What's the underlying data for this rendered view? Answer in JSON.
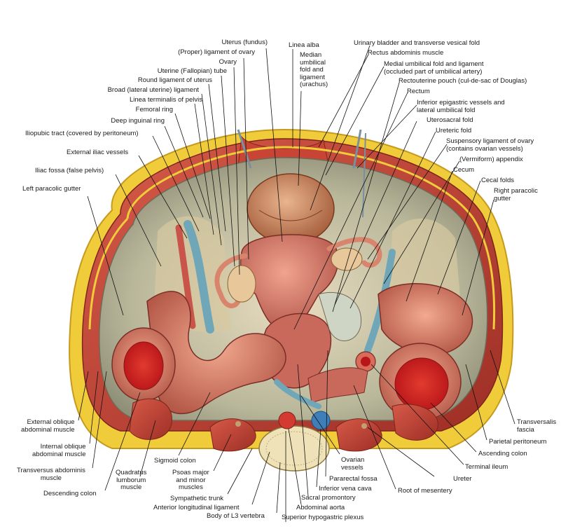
{
  "labels": {
    "uterus_fundus": "Uterus (fundus)",
    "proper_ligament_ovary": "(Proper) ligament of ovary",
    "ovary": "Ovary",
    "uterine_tube": "Uterine (Fallopian) tube",
    "round_ligament": "Round ligament of uterus",
    "broad_ligament": "Broad (lateral uterine) ligament",
    "linea_terminalis": "Linea terminalis of pelvis",
    "femoral_ring": "Femoral ring",
    "deep_inguinal_ring": "Deep inguinal ring",
    "iliopubic_tract": "Iliopubic tract (covered by peritoneum)",
    "external_iliac_vessels": "External iliac vessels",
    "iliac_fossa": "Iliac fossa (false pelvis)",
    "left_paracolic_gutter": "Left paracolic gutter",
    "linea_alba": "Linea alba",
    "median_umbilical": "Median\numbilical\nfold and\nligament\n(urachus)",
    "urinary_bladder": "Urinary bladder and transverse vesical fold",
    "rectus_abdominis": "Rectus abdominis muscle",
    "medial_umbilical": "Medial umbilical fold and ligament\n(occluded part of umbilical artery)",
    "rectouterine_pouch": "Rectouterine pouch (cul-de-sac of Douglas)",
    "rectum": "Rectum",
    "inferior_epigastric": "Inferior epigastric vessels and\nlateral umbilical fold",
    "uterosacral_fold": "Uterosacral fold",
    "ureteric_fold": "Ureteric fold",
    "suspensory_ligament": "Suspensory ligament of ovary\n(contains ovarian vessels)",
    "vermiform_appendix": "(Vermiform) appendix",
    "cecum": "Cecum",
    "cecal_folds": "Cecal folds",
    "right_paracolic_gutter": "Right paracolic\ngutter",
    "external_oblique": "External oblique\nabdominal muscle",
    "internal_oblique": "Internal oblique\nabdominal muscle",
    "transversus_abdominis": "Transversus abdominis\nmuscle",
    "descending_colon": "Descending colon",
    "quadratus_lumborum": "Quadratus\nlumborum\nmuscle",
    "sigmoid_colon": "Sigmoid colon",
    "psoas": "Psoas major\nand minor\nmuscles",
    "sympathetic_trunk": "Sympathetic trunk",
    "anterior_longitudinal": "Anterior longitudinal ligament",
    "body_l3": "Body of L3 vertebra",
    "superior_hypogastric": "Superior hypogastric plexus",
    "abdominal_aorta": "Abdominal aorta",
    "sacral_promontory": "Sacral promontory",
    "inferior_vena_cava": "Inferior vena cava",
    "pararectal_fossa": "Pararectal fossa",
    "ovarian_vessels": "Ovarian\nvessels",
    "root_of_mesentery": "Root of mesentery",
    "ureter": "Ureter",
    "terminal_ileum": "Terminal ileum",
    "ascending_colon": "Ascending colon",
    "parietal_peritoneum": "Parietal peritoneum",
    "transversalis_fascia": "Transversalis\nfascia"
  }
}
